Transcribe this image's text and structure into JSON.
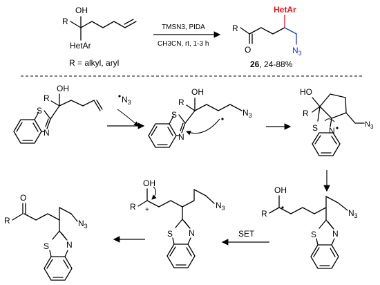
{
  "reaction": {
    "reagents_top": "TMSN3, PIDA",
    "reagents_bottom": "CH3CN, rt, 1-3 h",
    "r_definition": "R = alkyl, aryl",
    "product_number": "26",
    "product_yield": ", 24-88%"
  },
  "labels": {
    "R": "R",
    "OH": "OH",
    "HO": "HO",
    "HetAr": "HetAr",
    "N": "N",
    "S": "S",
    "O": "O",
    "N3_base": "N",
    "N3_sub": "3",
    "plus": "+",
    "SET": "SET",
    "azide_radical_base": "N",
    "azide_radical_sub": "3"
  }
}
